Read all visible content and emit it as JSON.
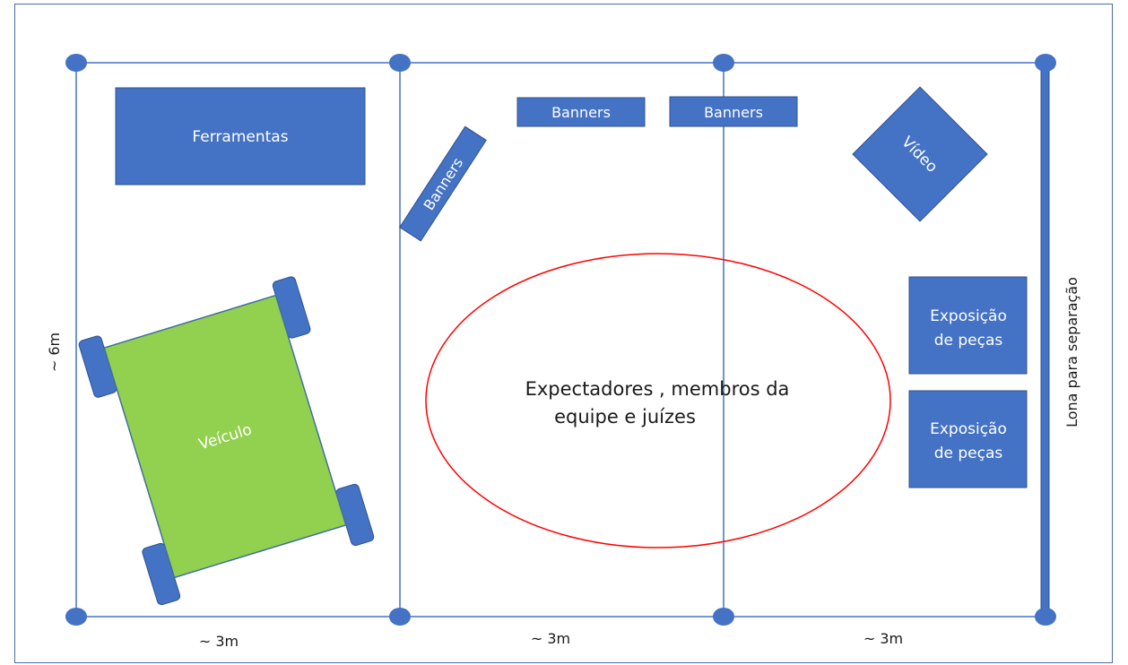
{
  "colors": {
    "line": "#4472C4",
    "box_fill": "#4472C4",
    "box_stroke": "#2F528F",
    "vehicle_fill": "#92D050",
    "vehicle_stroke": "#41719C",
    "ellipse_stroke": "#FF0000",
    "frame": "#4B6AA8"
  },
  "labels": {
    "ferramentas": "Ferramentas",
    "banners_tilted": "Banners",
    "banners_1": "Banners",
    "banners_2": "Banners",
    "video": "Vídeo",
    "veiculo": "Veículo",
    "spectators_line1": "Expectadores , membros da",
    "spectators_line2": "equipe e juízes",
    "exposicao_1_line1": "Exposição",
    "exposicao_1_line2": "de peças",
    "exposicao_2_line1": "Exposição",
    "exposicao_2_line2": "de peças",
    "lona": "Lona para separação",
    "height_dim": "~ 6m",
    "width_dim_1": "~ 3m",
    "width_dim_2": "~ 3m",
    "width_dim_3": "~ 3m"
  }
}
